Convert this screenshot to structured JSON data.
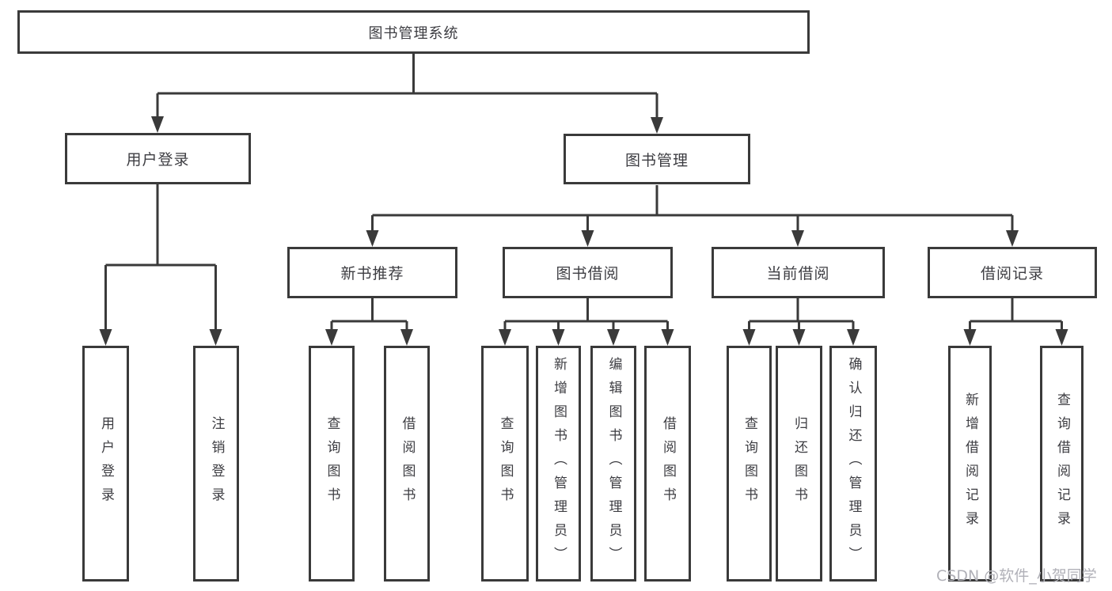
{
  "diagram": {
    "title": "图书管理系统",
    "type": "hierarchy-tree",
    "watermark": "CSDN @软件_小贺同学",
    "colors": {
      "background": "#ffffff",
      "line": "#3a3a3a",
      "box_fill": "#ffffff",
      "text": "#3d3d42",
      "watermark": "#b1b1b8"
    },
    "nodes": {
      "root": "图书管理系统",
      "user_login": "用户登录",
      "book_mgmt": "图书管理",
      "new_book_rec": "新书推荐",
      "book_borrow": "图书借阅",
      "current_borrow": "当前借阅",
      "borrow_records": "借阅记录",
      "leaf_user_login": "用户登录",
      "leaf_logout": "注销登录",
      "leaf_query_book_1": "查询图书",
      "leaf_borrow_book_1": "借阅图书",
      "leaf_query_book_2": "查询图书",
      "leaf_add_book": "新增图书（管理员）",
      "leaf_edit_book": "编辑图书（管理员）",
      "leaf_borrow_book_2": "借阅图书",
      "leaf_query_book_3": "查询图书",
      "leaf_return_book": "归还图书",
      "leaf_confirm_return": "确认归还（管理员）",
      "leaf_add_record": "新增借阅记录",
      "leaf_query_record": "查询借阅记录"
    },
    "hierarchy": {
      "label": "图书管理系统",
      "children": [
        {
          "label": "用户登录",
          "children": [
            {
              "label": "用户登录"
            },
            {
              "label": "注销登录"
            }
          ]
        },
        {
          "label": "图书管理",
          "children": [
            {
              "label": "新书推荐",
              "children": [
                {
                  "label": "查询图书"
                },
                {
                  "label": "借阅图书"
                }
              ]
            },
            {
              "label": "图书借阅",
              "children": [
                {
                  "label": "查询图书"
                },
                {
                  "label": "新增图书（管理员）"
                },
                {
                  "label": "编辑图书（管理员）"
                },
                {
                  "label": "借阅图书"
                }
              ]
            },
            {
              "label": "当前借阅",
              "children": [
                {
                  "label": "查询图书"
                },
                {
                  "label": "归还图书"
                },
                {
                  "label": "确认归还（管理员）"
                }
              ]
            },
            {
              "label": "借阅记录",
              "children": [
                {
                  "label": "新增借阅记录"
                },
                {
                  "label": "查询借阅记录"
                }
              ]
            }
          ]
        }
      ]
    }
  }
}
